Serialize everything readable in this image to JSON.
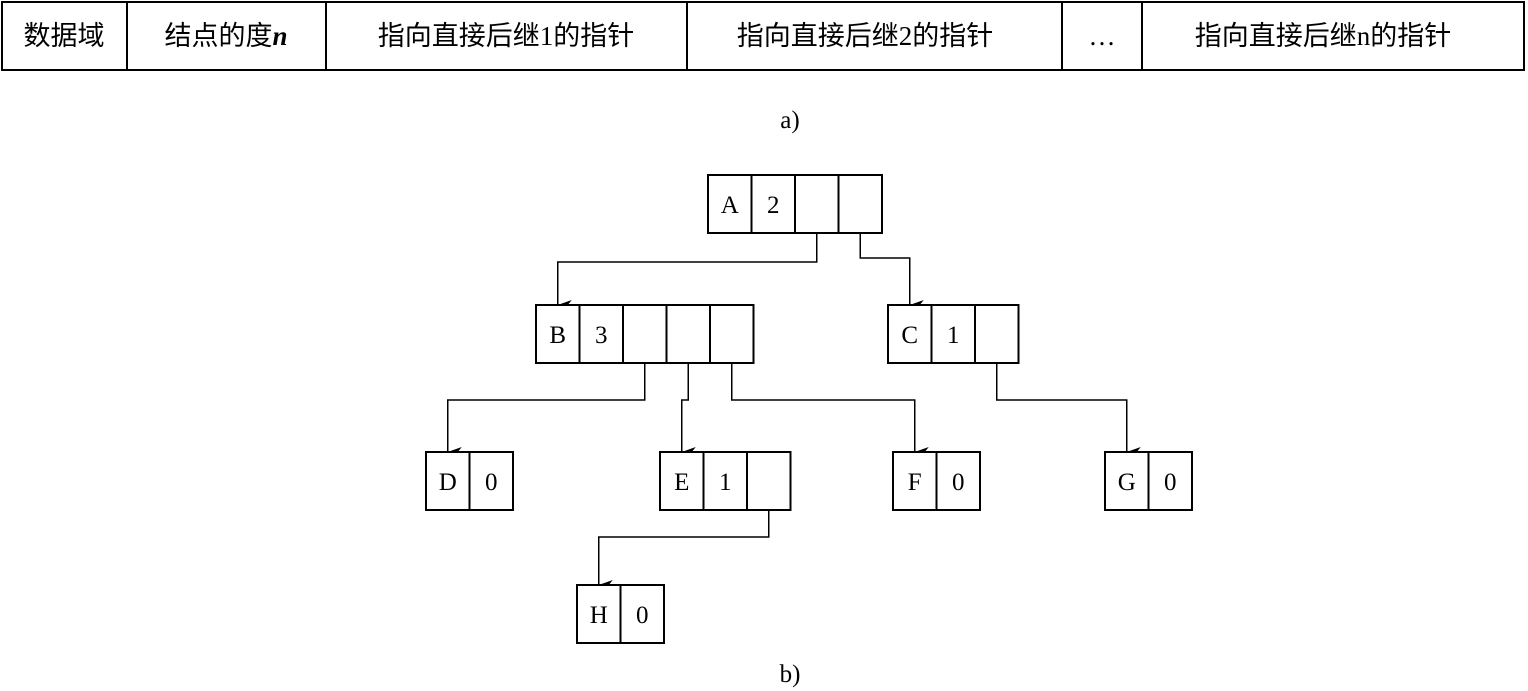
{
  "part_a": {
    "fields": [
      "数据域",
      "结点的度",
      "指向直接后继1的指针",
      "指向直接后继2的指针",
      "…",
      "指向直接后继n的指针"
    ],
    "degree_var": "n",
    "caption": "a)"
  },
  "part_b": {
    "caption": "b)",
    "nodes": [
      {
        "label": "A",
        "degree": "2"
      },
      {
        "label": "B",
        "degree": "3"
      },
      {
        "label": "C",
        "degree": "1"
      },
      {
        "label": "D",
        "degree": "0"
      },
      {
        "label": "E",
        "degree": "1"
      },
      {
        "label": "F",
        "degree": "0"
      },
      {
        "label": "G",
        "degree": "0"
      },
      {
        "label": "H",
        "degree": "0"
      }
    ],
    "edges": [
      [
        "A",
        "B"
      ],
      [
        "A",
        "C"
      ],
      [
        "B",
        "D"
      ],
      [
        "B",
        "E"
      ],
      [
        "B",
        "F"
      ],
      [
        "C",
        "G"
      ],
      [
        "E",
        "H"
      ]
    ]
  }
}
